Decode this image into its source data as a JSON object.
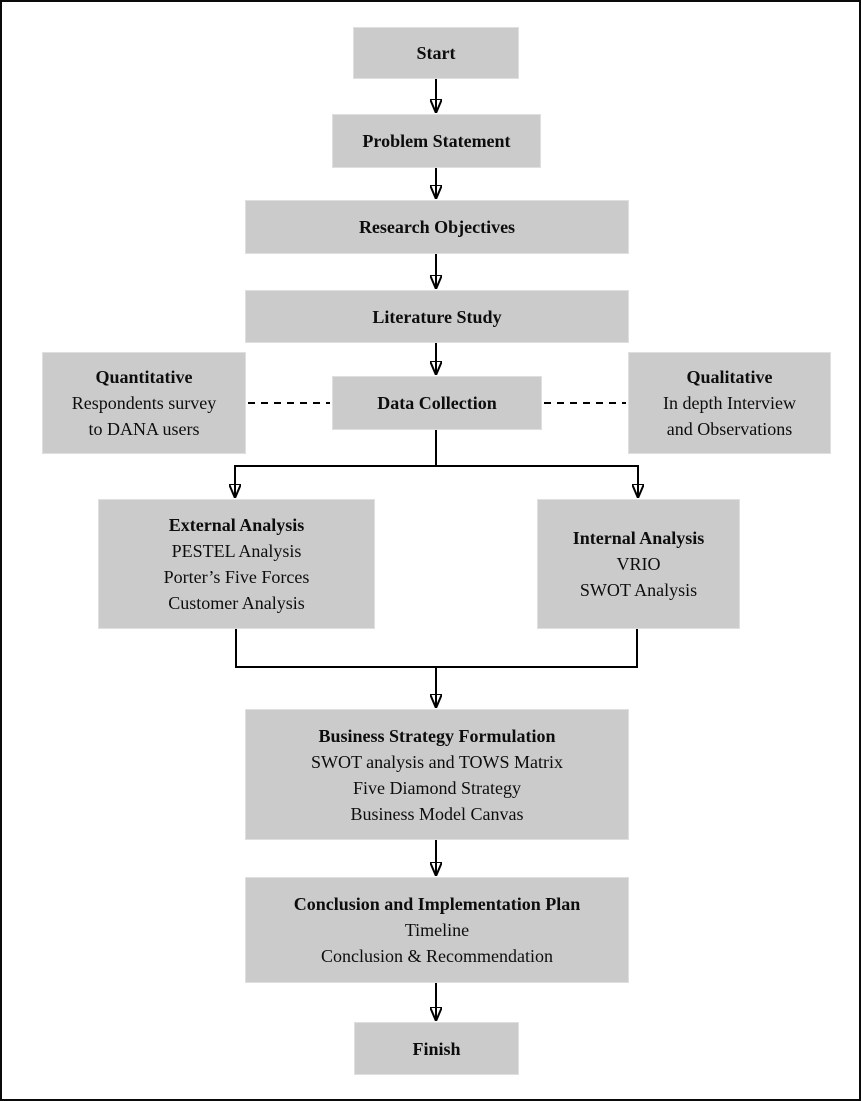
{
  "flowchart": {
    "description": "Research methodology flowchart",
    "colors": {
      "box_fill": "#cbcbcb",
      "box_border": "#dfdfdf",
      "line": "#000000",
      "text": "#0d0d0d",
      "background": "#ffffff",
      "frame": "#0a0a0a"
    },
    "nodes": {
      "start": {
        "title": "Start"
      },
      "problem_statement": {
        "title": "Problem Statement"
      },
      "research_objectives": {
        "title": "Research Objectives"
      },
      "literature_study": {
        "title": "Literature Study"
      },
      "quantitative": {
        "title": "Quantitative",
        "lines": [
          "Respondents survey",
          "to DANA users"
        ]
      },
      "data_collection": {
        "title": "Data Collection"
      },
      "qualitative": {
        "title": "Qualitative",
        "lines": [
          "In depth Interview",
          "and Observations"
        ]
      },
      "external_analysis": {
        "title": "External Analysis",
        "lines": [
          "PESTEL Analysis",
          "Porter’s Five Forces",
          "Customer Analysis"
        ]
      },
      "internal_analysis": {
        "title": "Internal Analysis",
        "lines": [
          "VRIO",
          "SWOT Analysis"
        ]
      },
      "business_strategy_formulation": {
        "title": "Business Strategy Formulation",
        "lines": [
          "SWOT analysis and TOWS Matrix",
          "Five Diamond Strategy",
          "Business Model Canvas"
        ]
      },
      "conclusion_implementation_plan": {
        "title": "Conclusion and Implementation Plan",
        "lines": [
          "Timeline",
          "Conclusion & Recommendation"
        ]
      },
      "finish": {
        "title": "Finish"
      }
    },
    "edges": [
      {
        "from": "start",
        "to": "problem_statement",
        "style": "solid-arrow"
      },
      {
        "from": "problem_statement",
        "to": "research_objectives",
        "style": "solid-arrow"
      },
      {
        "from": "research_objectives",
        "to": "literature_study",
        "style": "solid-arrow"
      },
      {
        "from": "literature_study",
        "to": "data_collection",
        "style": "solid-arrow"
      },
      {
        "from": "quantitative",
        "to": "data_collection",
        "style": "dashed"
      },
      {
        "from": "qualitative",
        "to": "data_collection",
        "style": "dashed"
      },
      {
        "from": "data_collection",
        "to": "external_analysis",
        "style": "solid-arrow"
      },
      {
        "from": "data_collection",
        "to": "internal_analysis",
        "style": "solid-arrow"
      },
      {
        "from": "external_analysis",
        "to": "business_strategy_formulation",
        "style": "solid-arrow"
      },
      {
        "from": "internal_analysis",
        "to": "business_strategy_formulation",
        "style": "solid-arrow"
      },
      {
        "from": "business_strategy_formulation",
        "to": "conclusion_implementation_plan",
        "style": "solid-arrow"
      },
      {
        "from": "conclusion_implementation_plan",
        "to": "finish",
        "style": "solid-arrow"
      }
    ]
  }
}
